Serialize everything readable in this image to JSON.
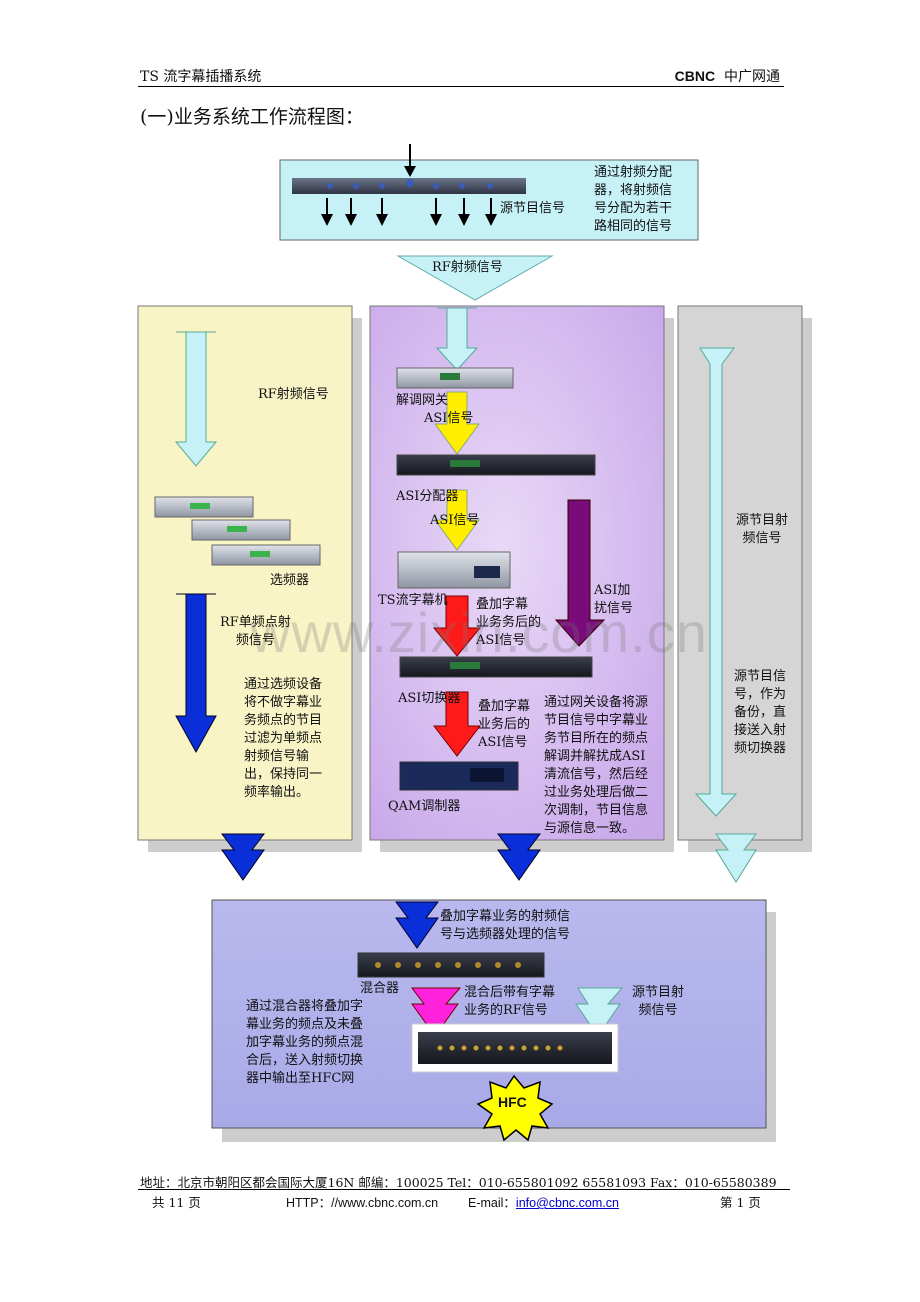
{
  "header": {
    "left": "TS 流字幕插播系统",
    "right_brand": "CBNC",
    "right_text": "中广网通"
  },
  "title": "(一)业务系统工作流程图：",
  "watermark": "www.zixin.com.cn",
  "top_box": {
    "note": [
      "通过射频分配",
      "器，将射频信",
      "号分配为若干",
      "路相同的信号"
    ],
    "source_label": "源节目信号",
    "rf_label": "RF射频信号"
  },
  "left_panel": {
    "rf_label": "RF射频信号",
    "device_label": "选频器",
    "single_label": [
      "RF单频点射",
      "频信号"
    ],
    "note": [
      "通过选频设备",
      "将不做字幕业",
      "务频点的节目",
      "过滤为单频点",
      "射频信号输",
      "出，保持同一",
      "频率输出。"
    ]
  },
  "middle_panel": {
    "gateway": "解调网关",
    "asi1": "ASI信号",
    "splitter": "ASI分配器",
    "asi2": "ASI信号",
    "ts_device": "TS流字幕机",
    "overlay1": [
      "叠加字幕",
      "业务务后的",
      "ASI信号"
    ],
    "asi_scramble": [
      "ASI加",
      "扰信号"
    ],
    "switcher": "ASI切换器",
    "overlay2": [
      "叠加字幕",
      "业务后的",
      "ASI信号"
    ],
    "note": [
      "通过网关设备将源",
      "节目信号中字幕业",
      "务节目所在的频点",
      "解调并解扰成ASI",
      "清流信号，然后经",
      "过业务处理后做二",
      "次调制，节目信息",
      "与源信息一致。"
    ],
    "qam": "QAM调制器"
  },
  "right_panel": {
    "source": [
      "源节目射",
      "频信号"
    ],
    "note": [
      "源节目信",
      "号，作为",
      "备份，直",
      "接送入射",
      "频切换器"
    ]
  },
  "bottom_panel": {
    "top_label": [
      "叠加字幕业务的射频信",
      "号与选频器处理的信号"
    ],
    "mixer": "混合器",
    "mixed_label": [
      "混合后带有字幕",
      "业务的RF信号"
    ],
    "source_label": [
      "源节目射",
      "频信号"
    ],
    "note": [
      "通过混合器将叠加字",
      "幕业务的频点及未叠",
      "加字幕业务的频点混",
      "合后，送入射频切换",
      "器中输出至HFC网"
    ],
    "hfc": "HFC"
  },
  "footer": {
    "address": "地址：北京市朝阳区都会国际大厦16N  邮编：100025 Tel：010-655801092    65581093    Fax：010-65580389",
    "pages_total": "共 11 页",
    "http_label": "HTTP：//www.cbnc.com.cn",
    "email_label": "E-mail：",
    "email": "info@cbnc.com.cn",
    "page_no": "第  1  页"
  }
}
